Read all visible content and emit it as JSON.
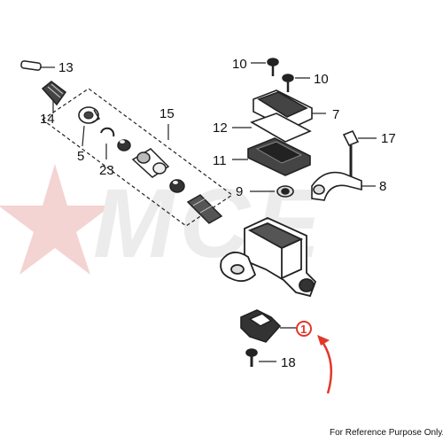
{
  "watermark": {
    "text": "MCE",
    "color": "#e6e6e6",
    "star_color": "#f2cccc"
  },
  "highlight_color": "#e0382a",
  "callouts": {
    "c13": "13",
    "c14": "14",
    "c5": "5",
    "c23": "23",
    "c15": "15",
    "c10a": "10",
    "c10b": "10",
    "c7": "7",
    "c12": "12",
    "c11": "11",
    "c9": "9",
    "c17": "17",
    "c8": "8",
    "c1": "1",
    "c18": "18"
  },
  "footer": {
    "reference_note": "For Reference Purpose Only."
  }
}
